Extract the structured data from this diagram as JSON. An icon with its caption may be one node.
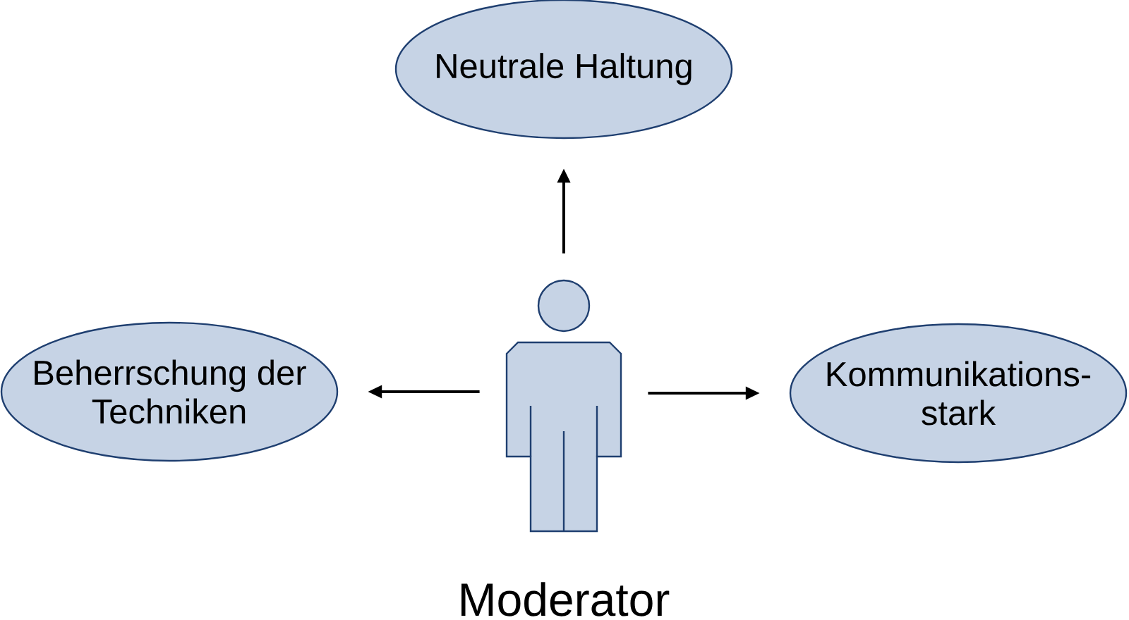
{
  "diagram": {
    "nodes": [
      {
        "text": [
          "Neutrale Haltung"
        ]
      },
      {
        "text": [
          "Beherrschung der Techniken"
        ]
      },
      {
        "text": [],
        "shape": "person",
        "beside": [
          "Moderator"
        ]
      },
      {
        "text": [
          "Kommunikations- stark"
        ]
      }
    ],
    "edges": [
      {
        "from": 2,
        "to": 0,
        "arrow": "to"
      },
      {
        "from": 2,
        "to": 1,
        "arrow": "to"
      },
      {
        "from": 2,
        "to": 3,
        "arrow": "to"
      }
    ]
  }
}
